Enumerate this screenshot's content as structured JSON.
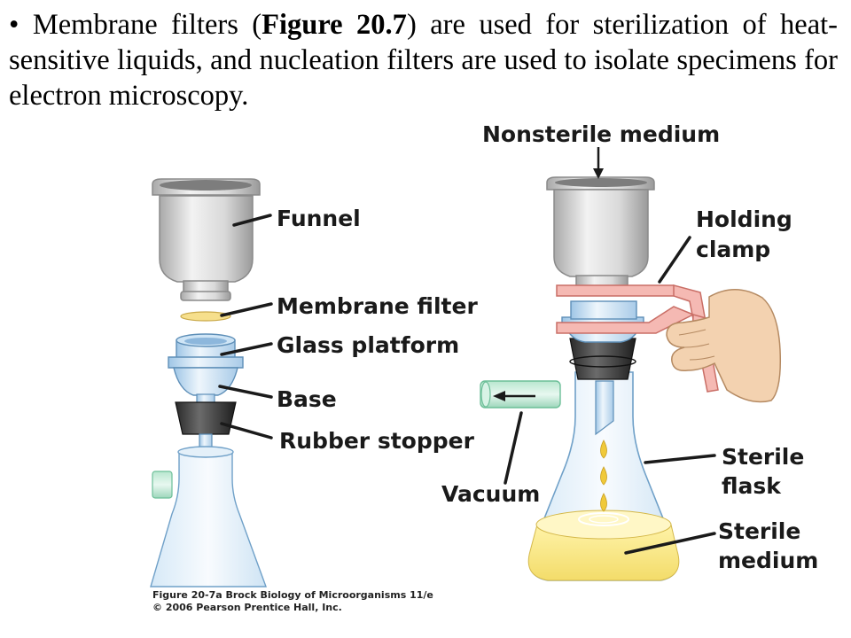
{
  "caption": {
    "bullet": "•",
    "part1": "Membrane filters (",
    "bold": "Figure 20.7",
    "part2": ") are used for sterilization of heat-sensitive liquids, and nucleation filters are used to isolate specimens for electron microscopy."
  },
  "left_labels": {
    "funnel": "Funnel",
    "membrane_filter": "Membrane filter",
    "glass_platform": "Glass platform",
    "base": "Base",
    "rubber_stopper": "Rubber stopper"
  },
  "right_labels": {
    "nonsterile_medium": "Nonsterile medium",
    "holding_clamp_1": "Holding",
    "holding_clamp_2": "clamp",
    "vacuum": "Vacuum",
    "sterile_flask_1": "Sterile",
    "sterile_flask_2": "flask",
    "sterile_medium_1": "Sterile",
    "sterile_medium_2": "medium"
  },
  "credit": {
    "line1": "Figure 20-7a  Brock Biology of Microorganisms 11/e",
    "line2": "© 2006 Pearson Prentice Hall, Inc."
  }
}
